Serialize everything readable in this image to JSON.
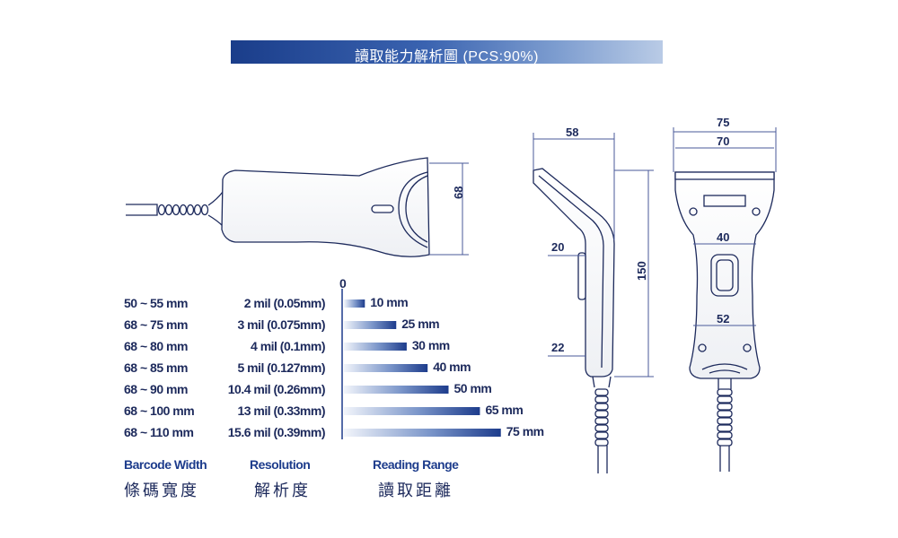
{
  "title": "讀取能力解析圖 (PCS:90%)",
  "rows": [
    {
      "width": "50 ~ 55 mm",
      "resolution": "2 mil (0.05mm)",
      "range_label": "10 mm",
      "range": 10
    },
    {
      "width": "68 ~ 75 mm",
      "resolution": "3 mil (0.075mm)",
      "range_label": "25 mm",
      "range": 25
    },
    {
      "width": "68 ~ 80 mm",
      "resolution": "4 mil (0.1mm)",
      "range_label": "30 mm",
      "range": 30
    },
    {
      "width": "68 ~ 85 mm",
      "resolution": "5 mil (0.127mm)",
      "range_label": "40 mm",
      "range": 40
    },
    {
      "width": "68 ~ 90 mm",
      "resolution": "10.4 mil (0.26mm)",
      "range_label": "50 mm",
      "range": 50
    },
    {
      "width": "68 ~ 100 mm",
      "resolution": "13 mil (0.33mm)",
      "range_label": "65 mm",
      "range": 65
    },
    {
      "width": "68 ~ 110 mm",
      "resolution": "15.6 mil (0.39mm)",
      "range_label": "75 mm",
      "range": 75
    }
  ],
  "axis_zero": "0",
  "captions": {
    "width_en": "Barcode Width",
    "width_zh": "條碼寬度",
    "resolution_en": "Resolution",
    "resolution_zh": "解析度",
    "range_en": "Reading Range",
    "range_zh": "讀取距離"
  },
  "dimensions": {
    "head_height": "68",
    "side_depth": "58",
    "side_length": "150",
    "side_neck_top": "20",
    "side_neck_bottom": "22",
    "front_outer": "75",
    "front_inner": "70",
    "front_mid": "40",
    "front_lower": "52"
  },
  "colors": {
    "ink": "#1d2a5c",
    "bar_dark": "#1d3c8c",
    "bar_light": "#e8eef8",
    "dim_line": "#4a5a9a"
  }
}
